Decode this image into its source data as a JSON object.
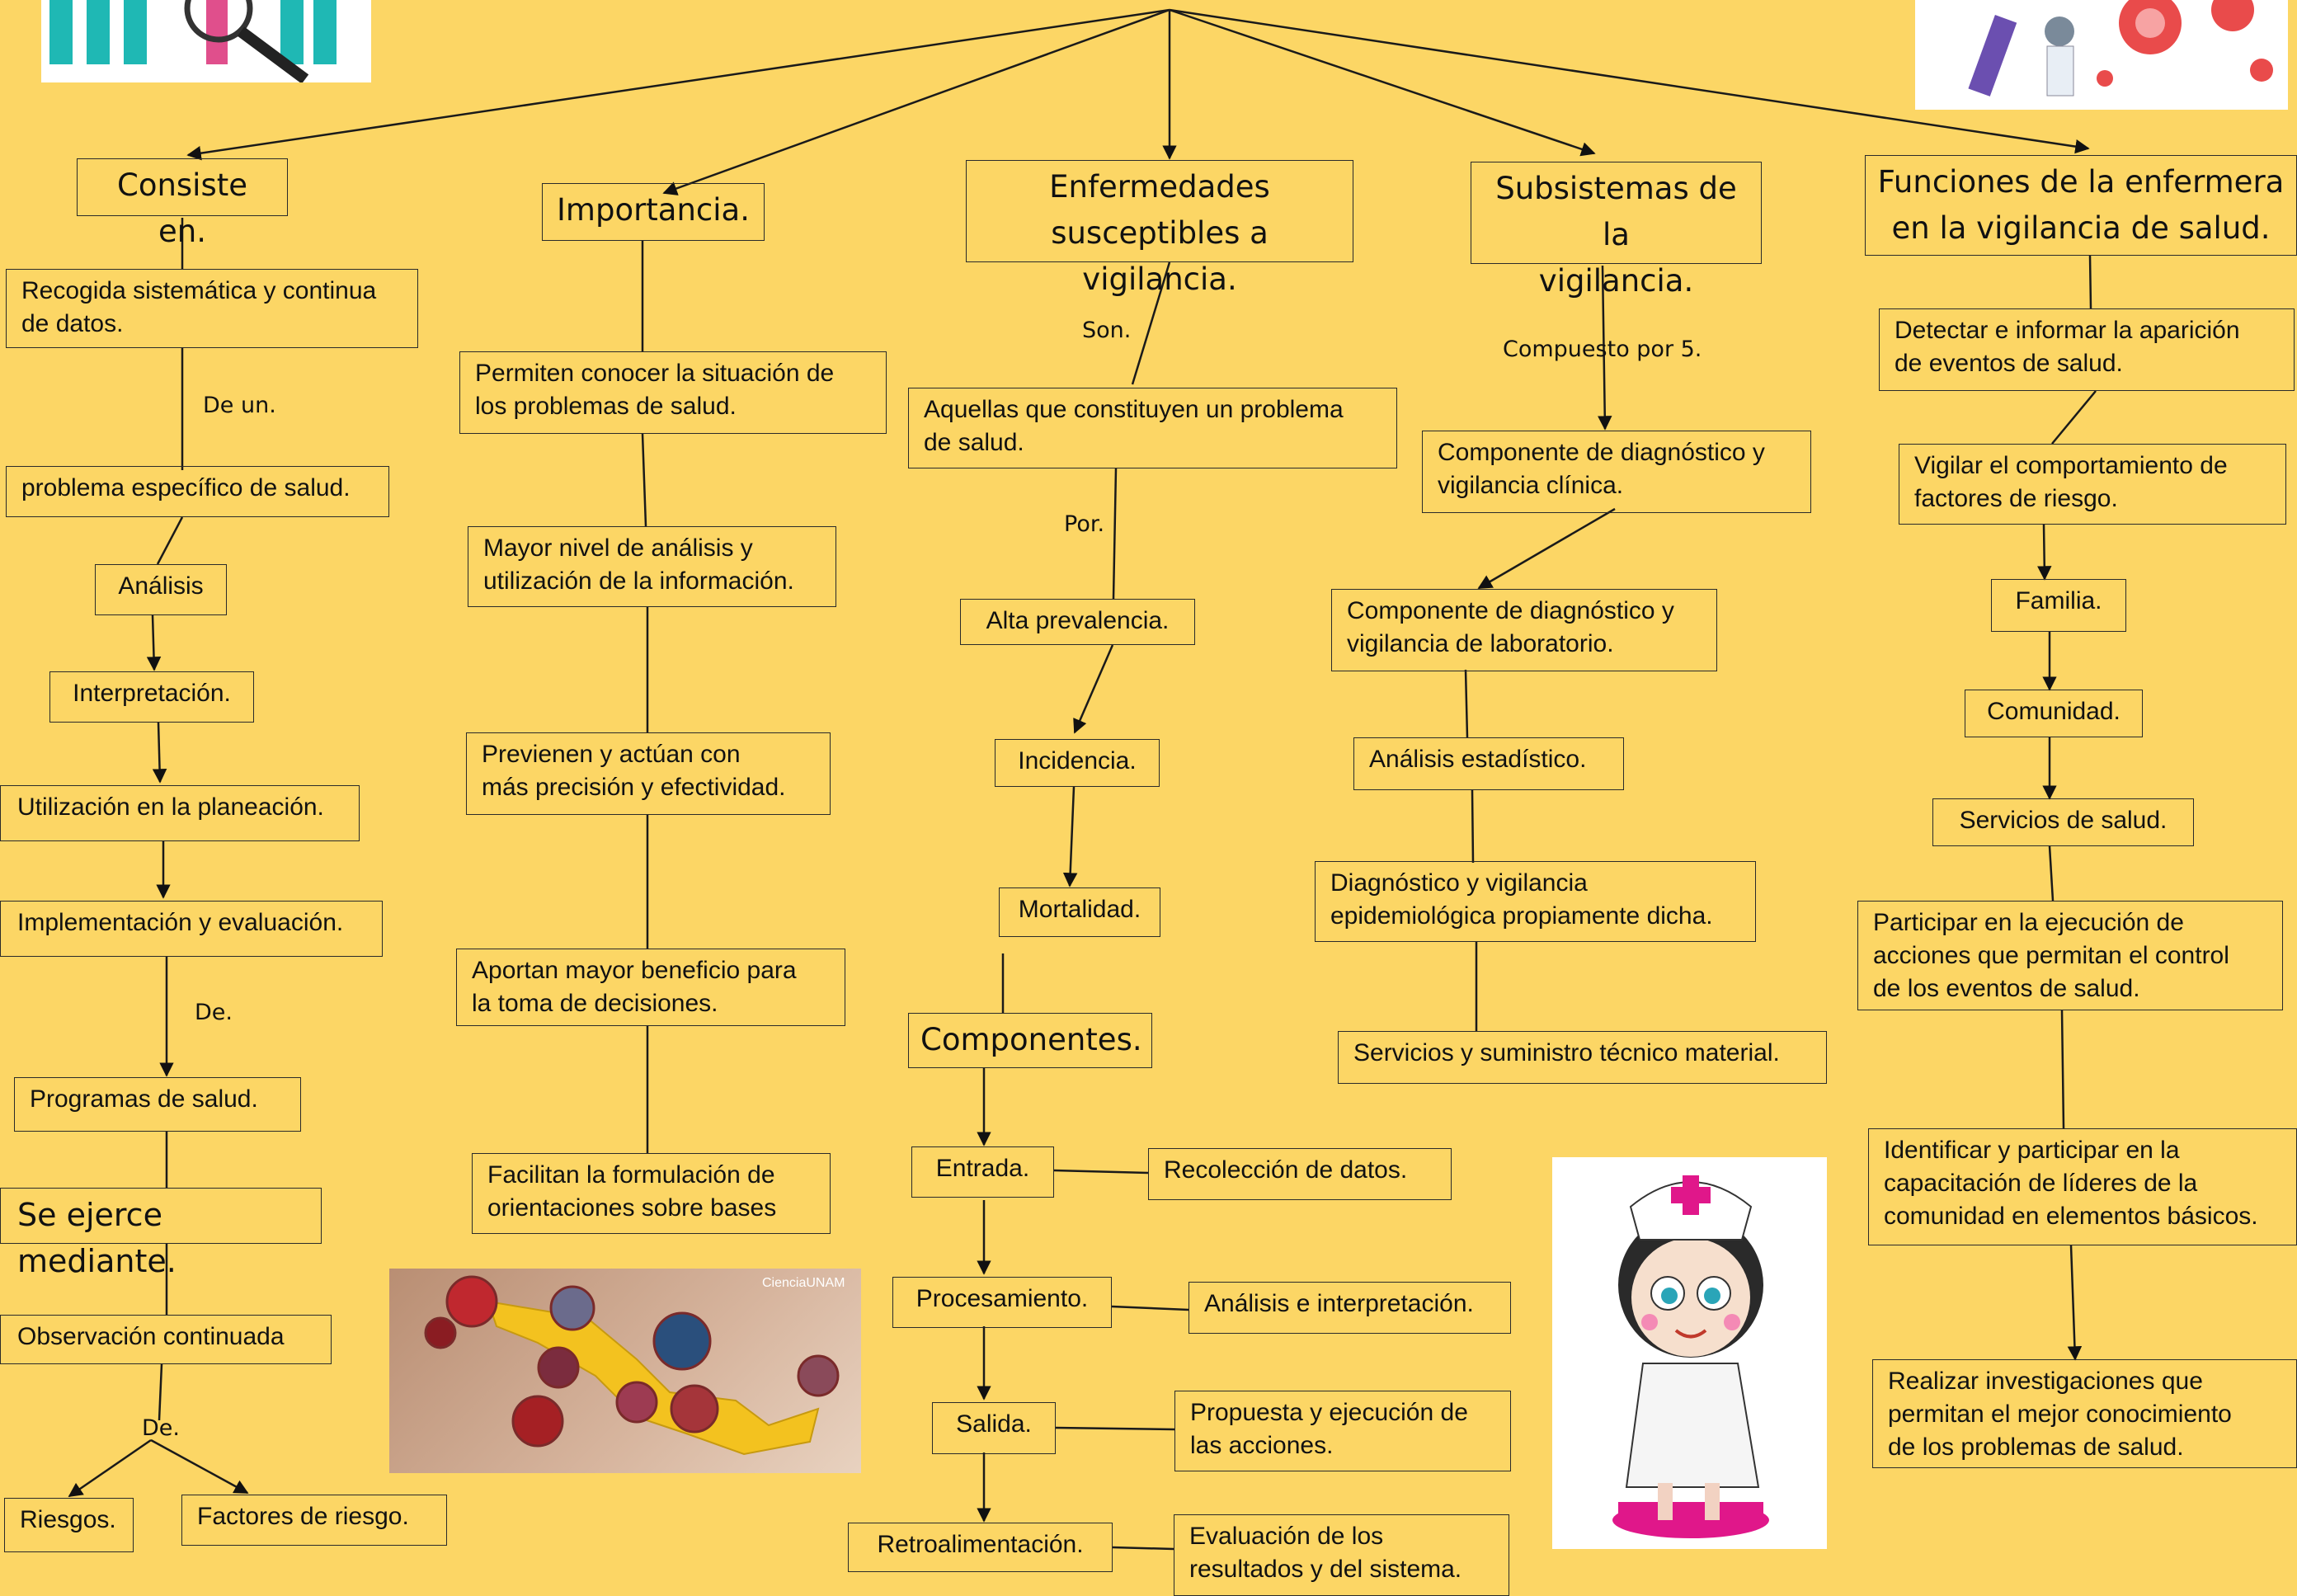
{
  "columns": {
    "consiste": {
      "title": "Consiste en.",
      "items": [
        "Recogida sistemática y continua\nde datos.",
        "problema específico de salud.",
        "Análisis",
        "Interpretación.",
        "Utilización en la planeación.",
        "Implementación y evaluación.",
        "Programas de salud.",
        "Se ejerce mediante.",
        "Observación continuada",
        "Riesgos.",
        "Factores de riesgo."
      ],
      "labels": [
        "De un.",
        "De.",
        "De."
      ]
    },
    "importancia": {
      "title": "Importancia.",
      "items": [
        "Permiten conocer la situación de\nlos problemas de salud.",
        "Mayor nivel de análisis y\nutilización de la información.",
        "Previenen y actúan con\nmás precisión y efectividad.",
        "Aportan mayor beneficio para\nla toma de decisiones.",
        "Facilitan la formulación de\norientaciones sobre bases"
      ]
    },
    "enfermedades": {
      "title": "Enfermedades\nsusceptibles a vigilancia.",
      "items": [
        "Aquellas que constituyen un problema\nde salud.",
        "Alta prevalencia.",
        "Incidencia.",
        "Mortalidad."
      ],
      "labels": [
        "Son.",
        "Por."
      ],
      "componentes": {
        "title": "Componentes.",
        "steps": [
          "Entrada.",
          "Procesamiento.",
          "Salida.",
          "Retroalimentación."
        ],
        "details": [
          "Recolección de datos.",
          "Análisis e interpretación.",
          "Propuesta y ejecución de\nlas acciones.",
          "Evaluación de los\nresultados y del sistema."
        ]
      }
    },
    "subsistemas": {
      "title": "Subsistemas de la\nvigilancia.",
      "label": "Compuesto por 5.",
      "items": [
        "Componente de diagnóstico y\nvigilancia clínica.",
        "Componente de diagnóstico y\nvigilancia de laboratorio.",
        "Análisis estadístico.",
        "Diagnóstico y vigilancia\nepidemiológica propiamente dicha.",
        "Servicios y suministro técnico material."
      ]
    },
    "funciones": {
      "title": "Funciones de la enfermera\nen la vigilancia de salud.",
      "items": [
        "Detectar e informar la aparición\nde eventos de salud.",
        "Vigilar el comportamiento de\nfactores de riesgo.",
        "Familia.",
        "Comunidad.",
        "Servicios de salud.",
        "Participar en la ejecución de\nacciones que permitan el control\nde los eventos de salud.",
        "Identificar y participar en la\ncapacitación de líderes de la\ncomunidad en elementos básicos.",
        "Realizar investigaciones que\npermitan el mejor conocimiento\nde los problemas de salud."
      ]
    }
  },
  "images": {
    "map_watermark": "CienciaUNAM"
  },
  "icons": [
    "people-search-icon",
    "virus-lab-icon",
    "mexico-virus-map-icon",
    "nurse-illustration-icon"
  ],
  "colors": {
    "background": "#fcd665",
    "line": "#1a1a1a"
  }
}
